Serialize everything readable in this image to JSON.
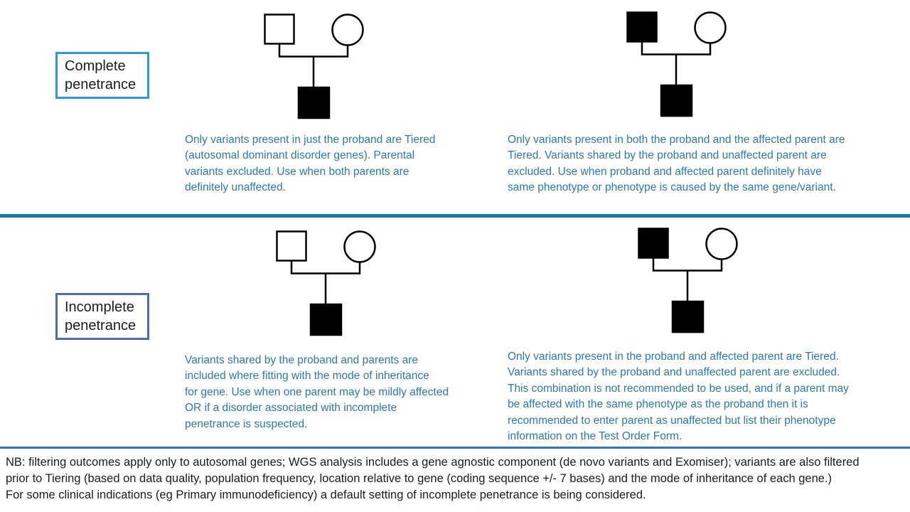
{
  "labels": {
    "complete": "Complete penetrance",
    "incomplete": "Incomplete penetrance"
  },
  "captions": {
    "complete_left": "Only variants present in just the proband are Tiered\n(autosomal dominant disorder genes). Parental\nvariants excluded. Use when both parents are\ndefinitely unaffected.",
    "complete_right": "Only variants present in both the proband and the affected parent are\nTiered. Variants shared by the proband and unaffected parent are\nexcluded. Use when proband and affected parent definitely have\nsame phenotype or phenotype is caused by the same gene/variant.",
    "incomplete_left": "Variants shared by the proband and parents are\nincluded where fitting with the mode of inheritance\nfor gene. Use when one parent may be mildly affected\nOR if a disorder associated with incomplete\npenetrance is suspected.",
    "incomplete_right": "Only variants present in the proband and affected parent are Tiered.\nVariants shared by the proband and unaffected parent are excluded.\nThis combination is not recommended to be used, and if a parent may\nbe affected with the same phenotype as the proband then it is\nrecommended to enter parent as unaffected but list their phenotype\ninformation on the Test Order Form.",
    "note": "NB: filtering outcomes apply only to autosomal genes; WGS analysis includes a gene agnostic component (de novo variants and Exomiser); variants are also filtered\nprior to Tiering (based on data quality, population frequency, location relative to gene (coding sequence +/- 7 bases) and the mode of inheritance of each gene.)\nFor some clinical indications (eg Primary immunodeficiency) a default setting of incomplete penetrance is being considered."
  },
  "pedigrees": [
    {
      "section": "complete",
      "father_affected": false,
      "mother_affected": false,
      "child_affected": true
    },
    {
      "section": "complete",
      "father_affected": true,
      "mother_affected": false,
      "child_affected": true
    },
    {
      "section": "incomplete",
      "father_affected": false,
      "mother_affected": false,
      "child_affected": true
    },
    {
      "section": "incomplete",
      "father_affected": true,
      "mother_affected": false,
      "child_affected": true
    }
  ],
  "colors": {
    "accent_text": "#2E76B5",
    "divider": "#1878B1",
    "thin_line": "#2E75B6",
    "complete_box_border": "#2E9BD6",
    "incomplete_box_border": "#4E6EA8",
    "affected_fill": "#000000",
    "unaffected_fill": "#ffffff",
    "pedigree_stroke": "#000000",
    "text_dark": "#1b1b1b"
  }
}
